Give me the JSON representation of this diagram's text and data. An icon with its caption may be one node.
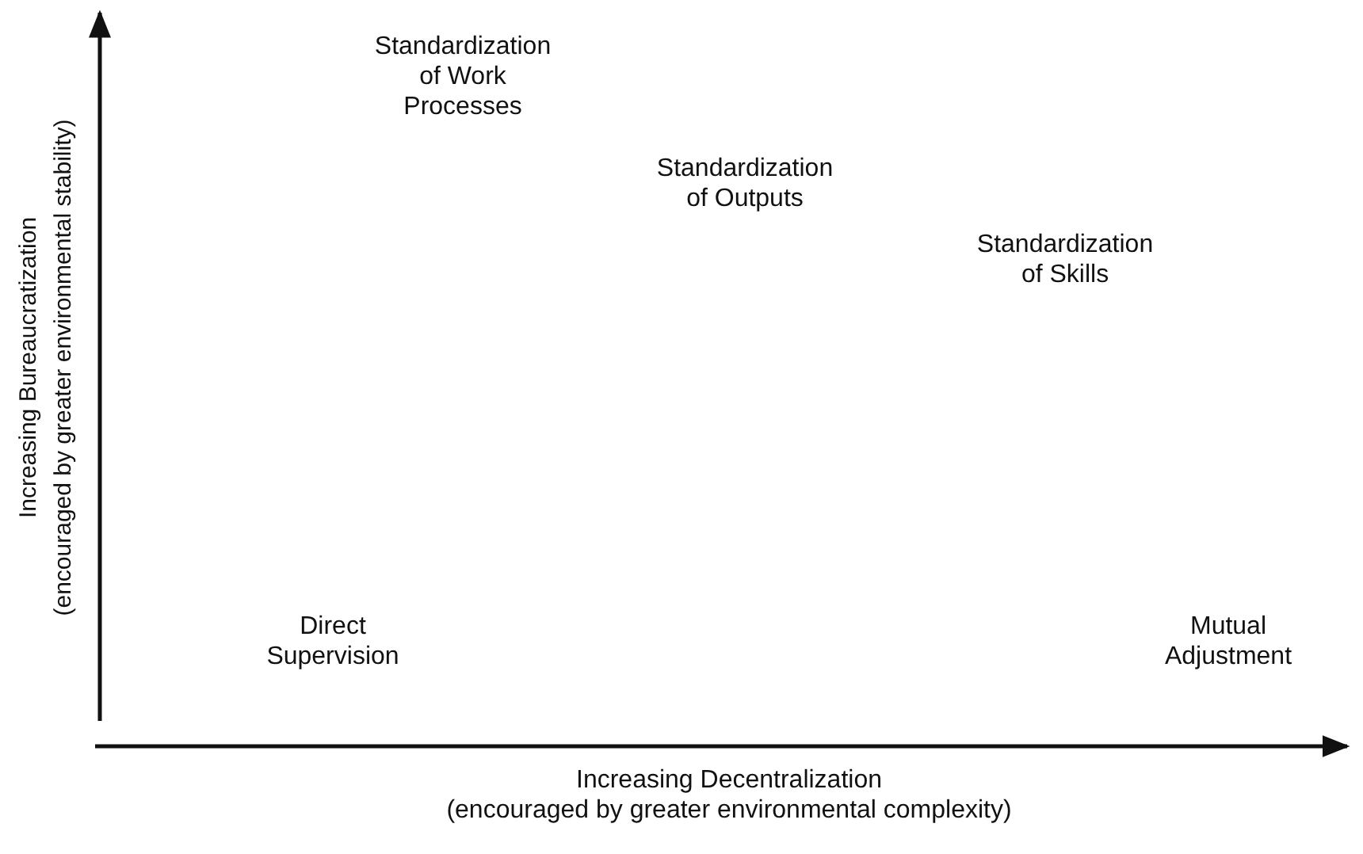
{
  "diagram": {
    "labels": [
      "Standardization of Work Processes",
      "Standardization of Outputs",
      "Standardization of Skills",
      "Direct Supervision",
      "Mutual Adjustment",
      "Increasing Bureaucratization",
      "(encouraged by greater environmental stability)",
      "Increasing Decentralization",
      "(encouraged by greater environmental complexity)"
    ]
  }
}
